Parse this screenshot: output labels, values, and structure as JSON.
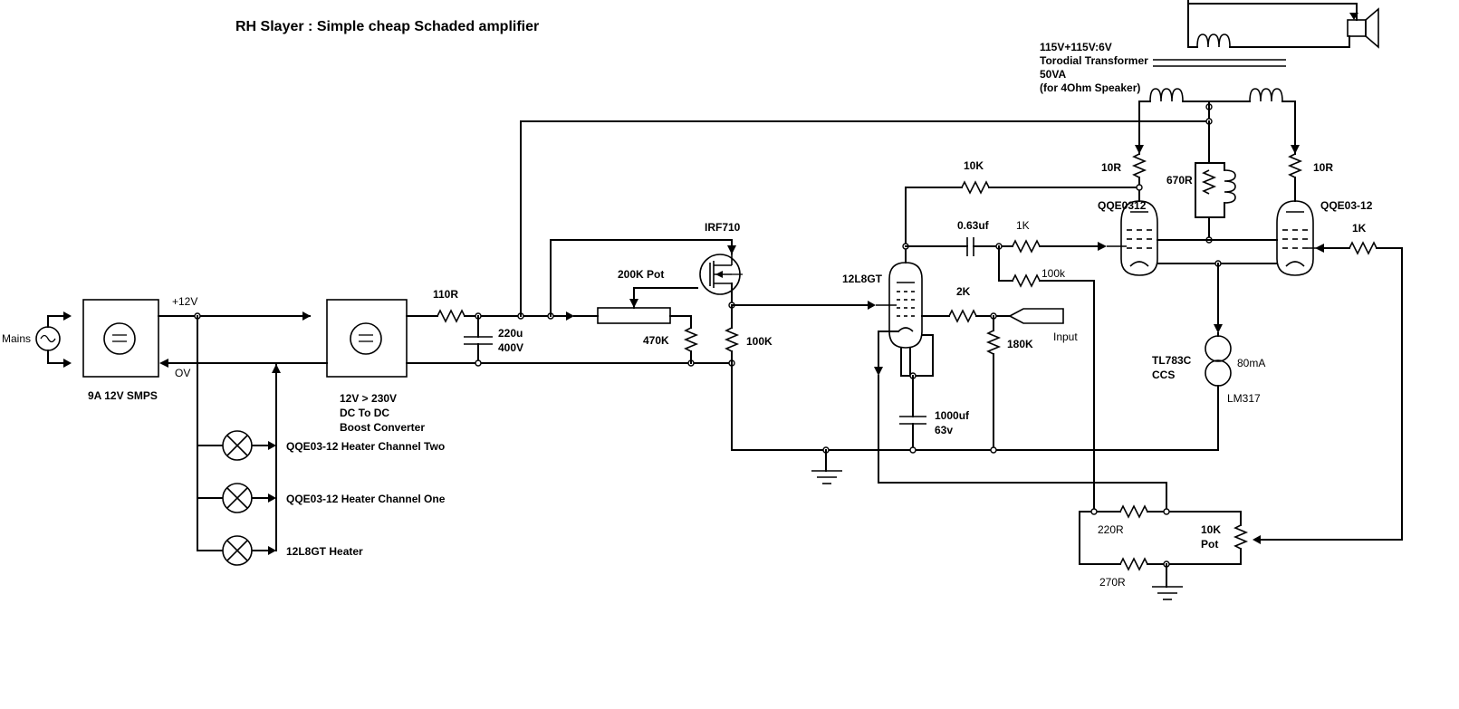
{
  "title": "RH Slayer : Simple cheap Schaded amplifier",
  "labels": {
    "mains": "Mains",
    "smps": "9A 12V SMPS",
    "plus12v": "+12V",
    "zero_v": "OV",
    "boost_1": "12V > 230V",
    "boost_2": "DC To DC",
    "boost_3": "Boost Converter",
    "heater_two": "QQE03-12 Heater Channel Two",
    "heater_one": "QQE03-12 Heater Channel One",
    "heater_pre": "12L8GT Heater",
    "r110": "110R",
    "cap220_1": "220u",
    "cap220_2": "400V",
    "pot200k": "200K Pot",
    "r470k": "470K",
    "mosfet": "IRF710",
    "r100k": "100K",
    "tube_pre": "12L8GT",
    "r10k_fb": "10K",
    "cap063": "0.63uf",
    "r1k_a": "1K",
    "r100k_b": "100k",
    "r2k": "2K",
    "r180k": "180K",
    "input": "Input",
    "cap1000_1": "1000uf",
    "cap1000_2": "63v",
    "trafo_1": "115V+115V:6V",
    "trafo_2": "Torodial Transformer",
    "trafo_3": "50VA",
    "trafo_4": "(for 4Ohm Speaker)",
    "r10r_left": "10R",
    "r10r_right": "10R",
    "tube_left": "QQE0312",
    "tube_right": "QQE03-12",
    "r670": "670R",
    "r1k_b": "1K",
    "ccs_1": "TL783C",
    "ccs_2": "CCS",
    "ccs_current": "80mA",
    "ccs_alt": "LM317",
    "r220": "220R",
    "r270": "270R",
    "pot10k_1": "10K",
    "pot10k_2": "Pot"
  }
}
